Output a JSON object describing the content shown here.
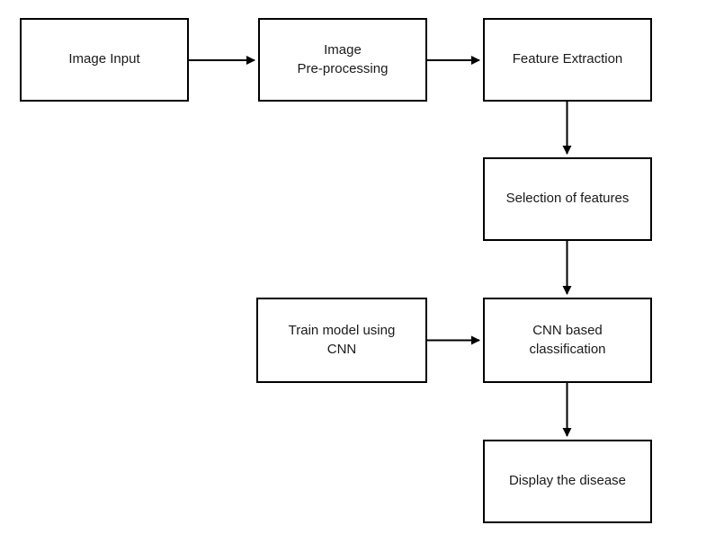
{
  "diagram": {
    "type": "flowchart",
    "colors": {
      "box_border": "#000000",
      "box_fill": "#ffffff",
      "text": "#1a1a1a",
      "arrow": "#000000",
      "background": "#ffffff"
    },
    "nodes": [
      {
        "id": "image-input",
        "label": "Image Input"
      },
      {
        "id": "image-preprocessing",
        "label": "Image\nPre-processing"
      },
      {
        "id": "feature-extraction",
        "label": "Feature Extraction"
      },
      {
        "id": "selection-features",
        "label": "Selection of features"
      },
      {
        "id": "train-model",
        "label": "Train model using\nCNN"
      },
      {
        "id": "cnn-classification",
        "label": "CNN based\nclassification"
      },
      {
        "id": "display-disease",
        "label": "Display the disease"
      }
    ],
    "connections": [
      {
        "from": "image-input",
        "to": "image-preprocessing",
        "direction": "right"
      },
      {
        "from": "image-preprocessing",
        "to": "feature-extraction",
        "direction": "right"
      },
      {
        "from": "feature-extraction",
        "to": "selection-features",
        "direction": "down"
      },
      {
        "from": "selection-features",
        "to": "cnn-classification",
        "direction": "down"
      },
      {
        "from": "train-model",
        "to": "cnn-classification",
        "direction": "right"
      },
      {
        "from": "cnn-classification",
        "to": "display-disease",
        "direction": "down"
      }
    ]
  }
}
